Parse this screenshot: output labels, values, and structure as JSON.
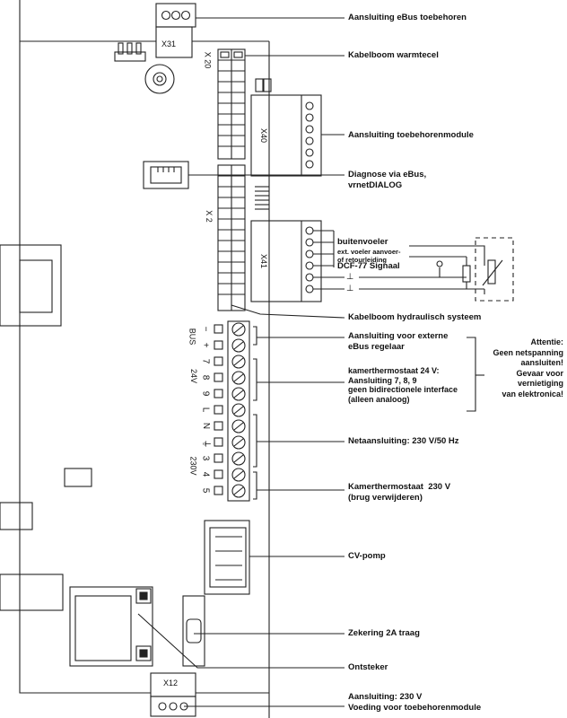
{
  "labels": {
    "ebus_accessories": "Aansluiting eBus toebehoren",
    "harness_heating": "Kabelboom warmtecel",
    "accessory_module": "Aansluiting toebehorenmodule",
    "diagnostics": "Diagnose via eBus,\nvrnetDIALOG",
    "outdoor_sensor": "buitenvoeler",
    "ext_sensor": "ext. voeler aanvoer-\nof retourleiding",
    "dcf_signal": "DCF-77 Signaal",
    "harness_hydraulic": "Kabelboom hydraulisch systeem",
    "ext_ebus": "Aansluiting voor externe\neBus regelaar",
    "room_thermostat_24v": "kamerthermostaat 24 V:\nAansluiting 7, 8, 9\ngeen bidirectionele interface\n(alleen analoog)",
    "mains": "Netaansluiting: 230 V/50 Hz",
    "room_thermostat_230v": "Kamerthermostaat  230 V\n(brug verwijderen)",
    "cv_pump": "CV-pomp",
    "fuse": "Zekering 2A traag",
    "igniter": "Ontsteker",
    "supply": "Aansluiting: 230 V\nVoeding voor toebehorenmodule"
  },
  "warning": "Attentie:\nGeen netspanning\naansluiten!\nGevaar voor\nvernietiging\nvan elektronica!",
  "connectors": {
    "x31": "X31",
    "x20": "X 20",
    "x40": "X40",
    "x2": "X 2",
    "x41": "X41",
    "x12": "X12"
  },
  "terminal_groups": {
    "bus": "BUS",
    "v24": "24V",
    "v230": "230V"
  },
  "terminals": [
    "−",
    "+",
    "7",
    "8",
    "9",
    "L",
    "N",
    "⏚",
    "3",
    "4",
    "5"
  ],
  "ground_symbol": "⊥",
  "icons": [
    "ground-symbol",
    "earth-icon",
    "thermistor-icon",
    "antenna-icon"
  ]
}
